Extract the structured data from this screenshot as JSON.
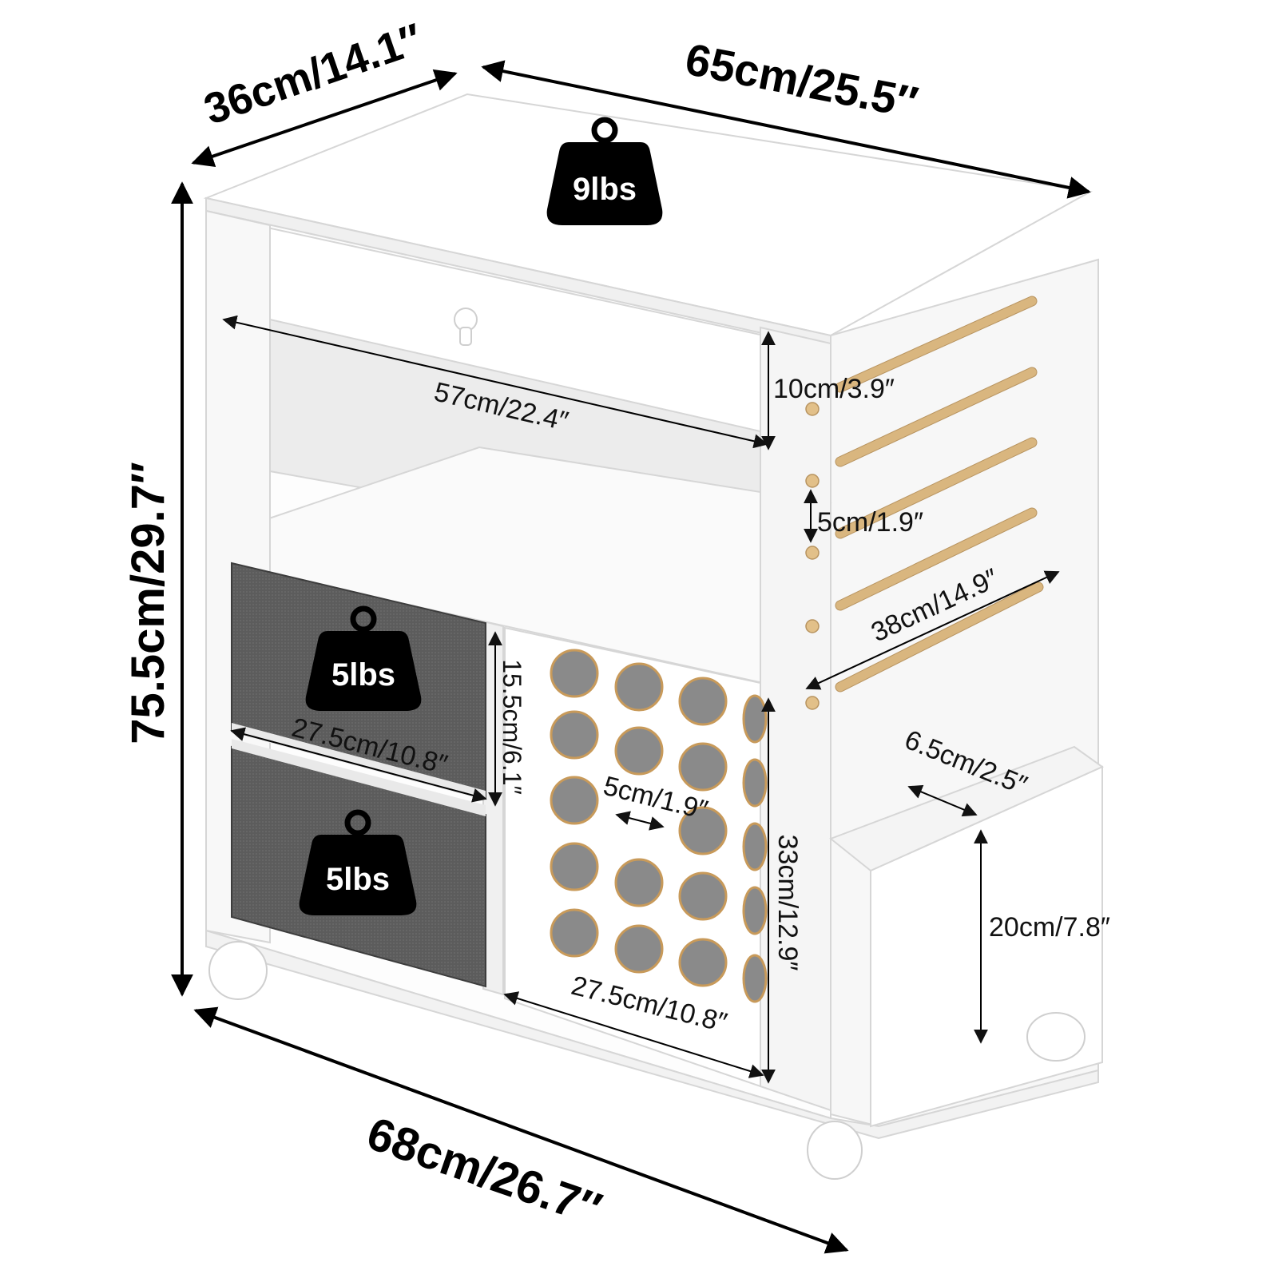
{
  "dimensions": {
    "depth": "36cm/14.1″",
    "top_width": "65cm/25.5″",
    "height": "75.5cm/29.7″",
    "bottom_width": "68cm/26.7″",
    "drawer_width": "57cm/22.4″",
    "drawer_height": "10cm/3.9″",
    "rod_spacing": "5cm/1.9″",
    "rod_length": "38cm/14.9″",
    "fabric_bin_width": "27.5cm/10.8″",
    "fabric_bin_height": "15.5cm/6.1″",
    "rack_hole": "5cm/1.9″",
    "rack_width": "27.5cm/10.8″",
    "rack_height": "33cm/12.9″",
    "magazine_depth": "6.5cm/2.5″",
    "magazine_height": "20cm/7.8″"
  },
  "weights": {
    "top": "9lbs",
    "upper_bin": "5lbs",
    "lower_bin": "5lbs"
  },
  "colors": {
    "cabinet": "#ffffff",
    "fabric_bin": "#5a5a5a",
    "wood_rod": "#d9b67f",
    "weight_badge": "#000000"
  }
}
